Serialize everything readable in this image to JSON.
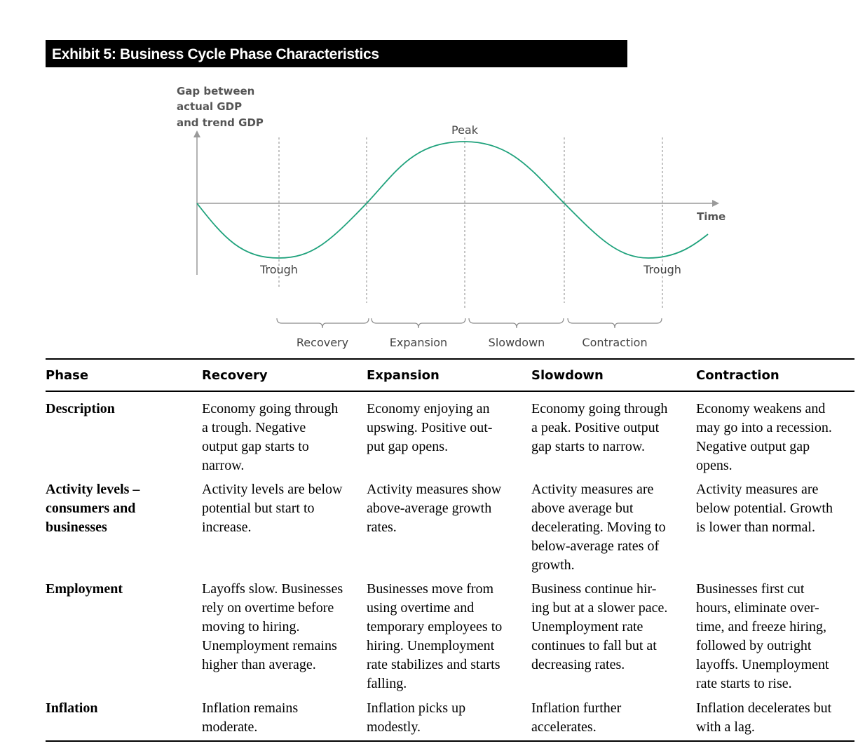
{
  "title": "Exhibit 5: Business Cycle Phase Characteristics",
  "diagram": {
    "y_axis_label": [
      "Gap between",
      "actual GDP",
      "and trend GDP"
    ],
    "x_axis_label": "Time",
    "peak_label": "Peak",
    "trough_left_label": "Trough",
    "trough_right_label": "Trough",
    "phase_labels": [
      "Recovery",
      "Expansion",
      "Slowdown",
      "Contraction"
    ],
    "curve_color": "#1fa27c",
    "axis_color": "#9a9a9a"
  },
  "table": {
    "headers": [
      "Phase",
      "Recovery",
      "Expansion",
      "Slowdown",
      "Contraction"
    ],
    "rows": [
      {
        "label": [
          "Description"
        ],
        "cells": [
          [
            "Economy going through",
            "a trough. Negative",
            "output gap starts to",
            "narrow."
          ],
          [
            "Economy enjoying an",
            "upswing. Positive out-",
            "put gap opens."
          ],
          [
            "Economy going through",
            "a peak. Positive output",
            "gap starts to narrow."
          ],
          [
            "Economy weakens and",
            "may go into a recession.",
            "Negative output gap",
            "opens."
          ]
        ]
      },
      {
        "label": [
          "Activity levels –",
          "consumers and",
          "businesses"
        ],
        "cells": [
          [
            "Activity levels are below",
            "potential but start to",
            "increase."
          ],
          [
            "Activity measures show",
            "above-average growth",
            "rates."
          ],
          [
            "Activity measures are",
            "above average but",
            "decelerating. Moving to",
            "below-average rates of",
            "growth."
          ],
          [
            "Activity measures are",
            "below potential. Growth",
            "is lower than normal."
          ]
        ]
      },
      {
        "label": [
          "Employment"
        ],
        "cells": [
          [
            "Layoffs slow. Businesses",
            "rely on overtime before",
            "moving to hiring.",
            "Unemployment remains",
            "higher than average."
          ],
          [
            "Businesses move from",
            "using overtime and",
            "temporary employees to",
            "hiring. Unemployment",
            "rate stabilizes and starts",
            "falling."
          ],
          [
            "Business continue hir-",
            "ing but at a slower pace.",
            "Unemployment rate",
            "continues to fall but at",
            "decreasing rates."
          ],
          [
            "Businesses first cut",
            "hours, eliminate over-",
            "time, and freeze hiring,",
            "followed by outright",
            "layoffs. Unemployment",
            "rate starts to rise."
          ]
        ]
      },
      {
        "label": [
          "Inflation"
        ],
        "cells": [
          [
            "Inflation remains",
            "moderate."
          ],
          [
            "Inflation picks up",
            "modestly."
          ],
          [
            "Inflation further",
            "accelerates."
          ],
          [
            "Inflation decelerates but",
            "with a lag."
          ]
        ]
      }
    ]
  }
}
